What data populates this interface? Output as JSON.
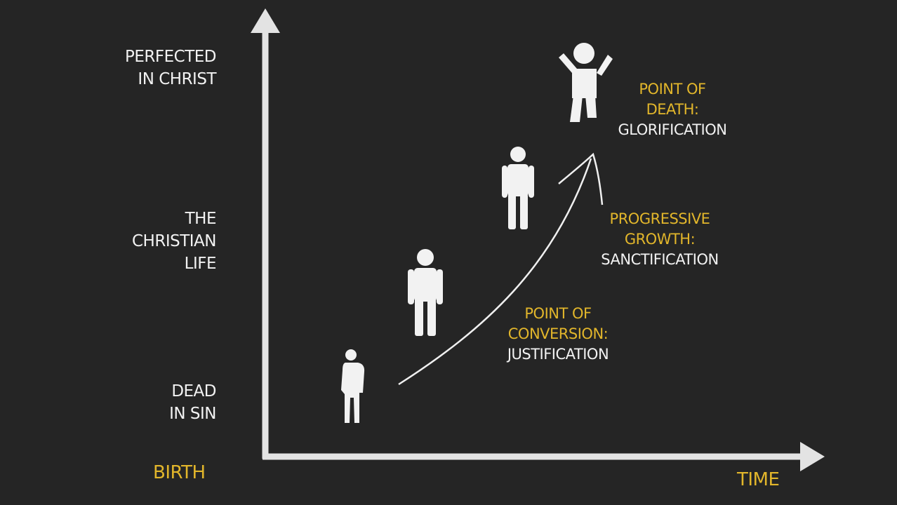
{
  "y_axis_levels": [
    {
      "id": "perfected",
      "text": "PERFECTED\nIN CHRIST"
    },
    {
      "id": "christian_life",
      "text": "THE\nCHRISTIAN\nLIFE"
    },
    {
      "id": "dead",
      "text": "DEAD\nIN SIN"
    }
  ],
  "x_axis": {
    "start_label": "BIRTH",
    "end_label": "TIME"
  },
  "stages": [
    {
      "id": "conversion",
      "title_lines": [
        "POINT OF",
        "CONVERSION:"
      ],
      "term": "JUSTIFICATION"
    },
    {
      "id": "growth",
      "title_lines": [
        "PROGRESSIVE",
        "GROWTH:"
      ],
      "term": "SANCTIFICATION"
    },
    {
      "id": "death",
      "title_lines": [
        "POINT OF",
        "DEATH:"
      ],
      "term": "GLORIFICATION"
    }
  ],
  "figures": [
    "dead-in-sin-figure-icon",
    "conversion-figure-icon",
    "growth-figure-icon",
    "glorified-figure-icon"
  ],
  "colors": {
    "background": "#252525",
    "axis": "#e3e3e3",
    "text": "#f2f2f2",
    "accent": "#e2b62b"
  }
}
